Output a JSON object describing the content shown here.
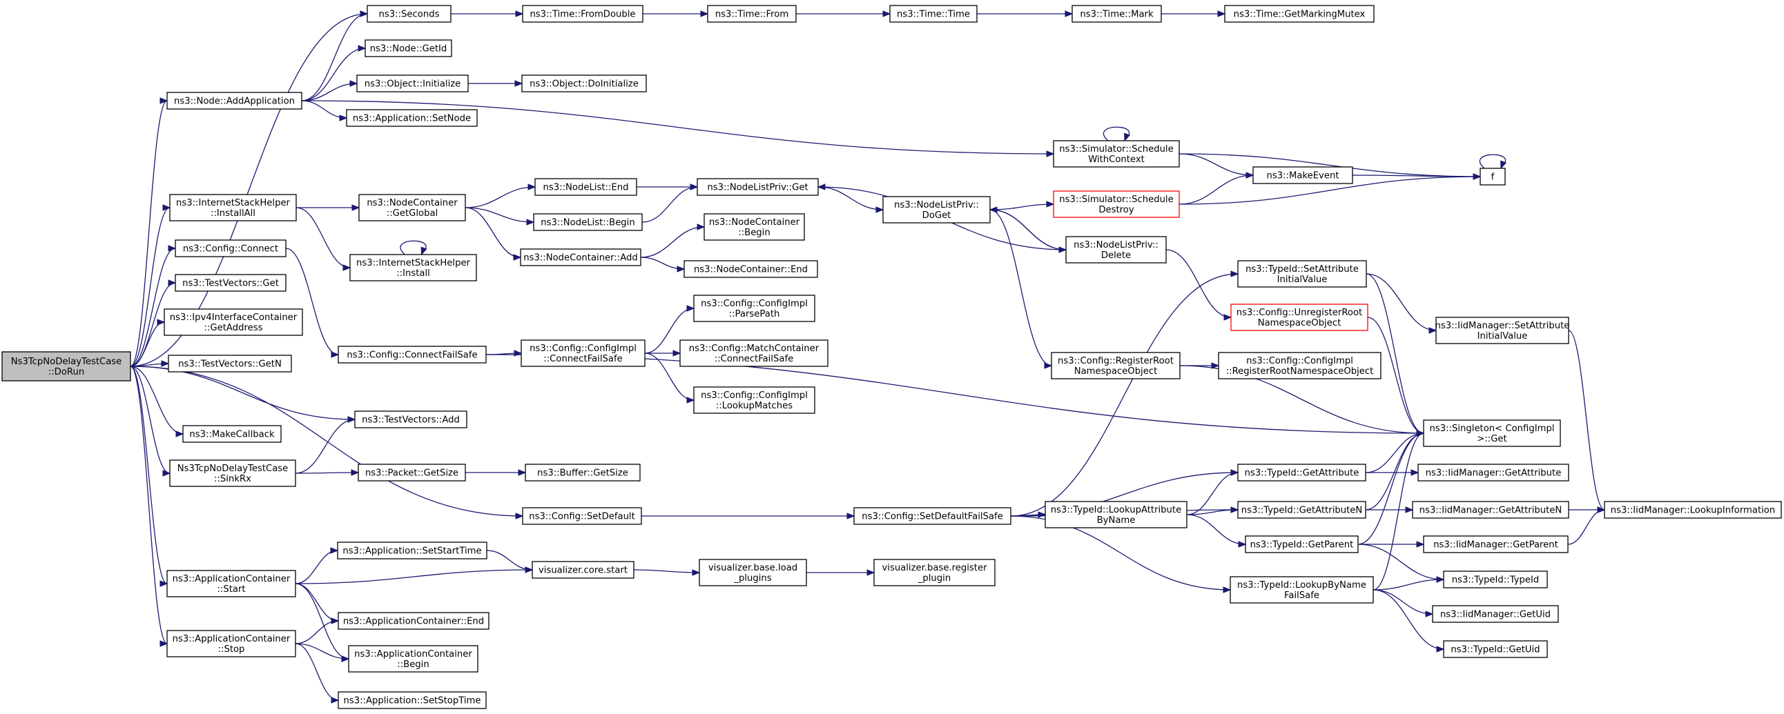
{
  "nodes": [
    {
      "id": "root",
      "lines": [
        "Ns3TcpNoDelayTestCase",
        "::DoRun"
      ],
      "style": "root"
    },
    {
      "id": "seconds",
      "lines": [
        "ns3::Seconds"
      ]
    },
    {
      "id": "fromdouble",
      "lines": [
        "ns3::Time::FromDouble"
      ]
    },
    {
      "id": "from",
      "lines": [
        "ns3::Time::From"
      ]
    },
    {
      "id": "time",
      "lines": [
        "ns3::Time::Time"
      ]
    },
    {
      "id": "mark",
      "lines": [
        "ns3::Time::Mark"
      ]
    },
    {
      "id": "getmarkingmutex",
      "lines": [
        "ns3::Time::GetMarkingMutex"
      ]
    },
    {
      "id": "nodegetid",
      "lines": [
        "ns3::Node::GetId"
      ]
    },
    {
      "id": "addapp",
      "lines": [
        "ns3::Node::AddApplication"
      ]
    },
    {
      "id": "objinit",
      "lines": [
        "ns3::Object::Initialize"
      ]
    },
    {
      "id": "objdoinit",
      "lines": [
        "ns3::Object::DoInitialize"
      ]
    },
    {
      "id": "appsetnode",
      "lines": [
        "ns3::Application::SetNode"
      ]
    },
    {
      "id": "schedctx",
      "lines": [
        "ns3::Simulator::Schedule",
        "WithContext"
      ]
    },
    {
      "id": "makeevent",
      "lines": [
        "ns3::MakeEvent"
      ]
    },
    {
      "id": "f",
      "lines": [
        "f"
      ]
    },
    {
      "id": "ishinstallall",
      "lines": [
        "ns3::InternetStackHelper",
        "::InstallAll"
      ]
    },
    {
      "id": "ncgetglobal",
      "lines": [
        "ns3::NodeContainer",
        "::GetGlobal"
      ]
    },
    {
      "id": "nlend",
      "lines": [
        "ns3::NodeList::End"
      ]
    },
    {
      "id": "nlbegin",
      "lines": [
        "ns3::NodeList::Begin"
      ]
    },
    {
      "id": "nlpget",
      "lines": [
        "ns3::NodeListPriv::Get"
      ]
    },
    {
      "id": "nlpdoget",
      "lines": [
        "ns3::NodeListPriv::",
        "DoGet"
      ]
    },
    {
      "id": "scheddestroy",
      "lines": [
        "ns3::Simulator::Schedule",
        "Destroy"
      ],
      "style": "trunc"
    },
    {
      "id": "nlpdelete",
      "lines": [
        "ns3::NodeListPriv::",
        "Delete"
      ]
    },
    {
      "id": "configconnect",
      "lines": [
        "ns3::Config::Connect"
      ]
    },
    {
      "id": "ishinstall",
      "lines": [
        "ns3::InternetStackHelper",
        "::Install"
      ]
    },
    {
      "id": "ncadd",
      "lines": [
        "ns3::NodeContainer::Add"
      ]
    },
    {
      "id": "ncbegin",
      "lines": [
        "ns3::NodeContainer",
        "::Begin"
      ]
    },
    {
      "id": "ncend",
      "lines": [
        "ns3::NodeContainer::End"
      ]
    },
    {
      "id": "tvget",
      "lines": [
        "ns3::TestVectors::Get"
      ]
    },
    {
      "id": "ipv4getaddr",
      "lines": [
        "ns3::Ipv4InterfaceContainer",
        "::GetAddress"
      ]
    },
    {
      "id": "tvgetn",
      "lines": [
        "ns3::TestVectors::GetN"
      ]
    },
    {
      "id": "connectfailsafe",
      "lines": [
        "ns3::Config::ConnectFailSafe"
      ]
    },
    {
      "id": "ciconnectfs",
      "lines": [
        "ns3::Config::ConfigImpl",
        "::ConnectFailSafe"
      ]
    },
    {
      "id": "ciparsepath",
      "lines": [
        "ns3::Config::ConfigImpl",
        "::ParsePath"
      ]
    },
    {
      "id": "mcconnectfs",
      "lines": [
        "ns3::Config::MatchContainer",
        "::ConnectFailSafe"
      ]
    },
    {
      "id": "cilookup",
      "lines": [
        "ns3::Config::ConfigImpl",
        "::LookupMatches"
      ]
    },
    {
      "id": "tvadd",
      "lines": [
        "ns3::TestVectors::Add"
      ]
    },
    {
      "id": "makecallback",
      "lines": [
        "ns3::MakeCallback"
      ]
    },
    {
      "id": "sinkrx",
      "lines": [
        "Ns3TcpNoDelayTestCase",
        "::SinkRx"
      ]
    },
    {
      "id": "pktgetsize",
      "lines": [
        "ns3::Packet::GetSize"
      ]
    },
    {
      "id": "bufgetsize",
      "lines": [
        "ns3::Buffer::GetSize"
      ]
    },
    {
      "id": "setdefault",
      "lines": [
        "ns3::Config::SetDefault"
      ]
    },
    {
      "id": "setdefaultfs",
      "lines": [
        "ns3::Config::SetDefaultFailSafe"
      ]
    },
    {
      "id": "regroot",
      "lines": [
        "ns3::Config::RegisterRoot",
        "NamespaceObject"
      ]
    },
    {
      "id": "ciregroot",
      "lines": [
        "ns3::Config::ConfigImpl",
        "::RegisterRootNamespaceObject"
      ]
    },
    {
      "id": "unregroot",
      "lines": [
        "ns3::Config::UnregisterRoot",
        "NamespaceObject"
      ],
      "style": "trunc"
    },
    {
      "id": "tidsetattrinit",
      "lines": [
        "ns3::TypeId::SetAttribute",
        "InitialValue"
      ]
    },
    {
      "id": "iidsetattrinit",
      "lines": [
        "ns3::IidManager::SetAttribute",
        "InitialValue"
      ]
    },
    {
      "id": "singletonget",
      "lines": [
        "ns3::Singleton< ConfigImpl",
        ">::Get"
      ]
    },
    {
      "id": "tidgetattr",
      "lines": [
        "ns3::TypeId::GetAttribute"
      ]
    },
    {
      "id": "iidgetattr",
      "lines": [
        "ns3::IidManager::GetAttribute"
      ]
    },
    {
      "id": "tidlookupattr",
      "lines": [
        "ns3::TypeId::LookupAttribute",
        "ByName"
      ]
    },
    {
      "id": "tidgetattrn",
      "lines": [
        "ns3::TypeId::GetAttributeN"
      ]
    },
    {
      "id": "iidgetattrn",
      "lines": [
        "ns3::IidManager::GetAttributeN"
      ]
    },
    {
      "id": "iidlookupinfo",
      "lines": [
        "ns3::IidManager::LookupInformation"
      ]
    },
    {
      "id": "tidgetparent",
      "lines": [
        "ns3::TypeId::GetParent"
      ]
    },
    {
      "id": "iidgetparent",
      "lines": [
        "ns3::IidManager::GetParent"
      ]
    },
    {
      "id": "tidtypeid",
      "lines": [
        "ns3::TypeId::TypeId"
      ]
    },
    {
      "id": "tidlookupbyname",
      "lines": [
        "ns3::TypeId::LookupByName",
        "FailSafe"
      ]
    },
    {
      "id": "iidgetuid",
      "lines": [
        "ns3::IidManager::GetUid"
      ]
    },
    {
      "id": "tidgetuid",
      "lines": [
        "ns3::TypeId::GetUid"
      ]
    },
    {
      "id": "acstart",
      "lines": [
        "ns3::ApplicationContainer",
        "::Start"
      ]
    },
    {
      "id": "appsetstart",
      "lines": [
        "ns3::Application::SetStartTime"
      ]
    },
    {
      "id": "viscorestart",
      "lines": [
        "visualizer.core.start"
      ]
    },
    {
      "id": "visbaseload",
      "lines": [
        "visualizer.base.load",
        "_plugins"
      ]
    },
    {
      "id": "visbasereg",
      "lines": [
        "visualizer.base.register",
        "_plugin"
      ]
    },
    {
      "id": "acend",
      "lines": [
        "ns3::ApplicationContainer::End"
      ]
    },
    {
      "id": "acstop",
      "lines": [
        "ns3::ApplicationContainer",
        "::Stop"
      ]
    },
    {
      "id": "acbegin",
      "lines": [
        "ns3::ApplicationContainer",
        "::Begin"
      ]
    },
    {
      "id": "appsetstop",
      "lines": [
        "ns3::Application::SetStopTime"
      ]
    }
  ],
  "edges": [
    [
      "root",
      "seconds"
    ],
    [
      "root",
      "addapp"
    ],
    [
      "root",
      "ishinstallall"
    ],
    [
      "root",
      "configconnect"
    ],
    [
      "root",
      "tvget"
    ],
    [
      "root",
      "ipv4getaddr"
    ],
    [
      "root",
      "tvgetn"
    ],
    [
      "root",
      "tvadd"
    ],
    [
      "root",
      "makecallback"
    ],
    [
      "root",
      "sinkrx"
    ],
    [
      "root",
      "setdefault"
    ],
    [
      "root",
      "acstart"
    ],
    [
      "root",
      "acstop"
    ],
    [
      "seconds",
      "fromdouble"
    ],
    [
      "fromdouble",
      "from"
    ],
    [
      "from",
      "time"
    ],
    [
      "time",
      "mark"
    ],
    [
      "mark",
      "getmarkingmutex"
    ],
    [
      "addapp",
      "seconds"
    ],
    [
      "addapp",
      "nodegetid"
    ],
    [
      "addapp",
      "objinit"
    ],
    [
      "addapp",
      "appsetnode"
    ],
    [
      "addapp",
      "schedctx"
    ],
    [
      "objinit",
      "objdoinit"
    ],
    [
      "schedctx",
      "schedctx"
    ],
    [
      "schedctx",
      "makeevent"
    ],
    [
      "schedctx",
      "f"
    ],
    [
      "makeevent",
      "f"
    ],
    [
      "f",
      "f"
    ],
    [
      "ishinstallall",
      "ncgetglobal"
    ],
    [
      "ishinstallall",
      "ishinstall"
    ],
    [
      "ishinstall",
      "ishinstall"
    ],
    [
      "ncgetglobal",
      "nlend"
    ],
    [
      "ncgetglobal",
      "nlbegin"
    ],
    [
      "ncgetglobal",
      "ncadd"
    ],
    [
      "nlend",
      "nlpget"
    ],
    [
      "nlbegin",
      "nlpget"
    ],
    [
      "nlpget",
      "nlpdoget"
    ],
    [
      "nlpdoget",
      "scheddestroy"
    ],
    [
      "nlpdoget",
      "nlpdelete"
    ],
    [
      "nlpdoget",
      "regroot"
    ],
    [
      "scheddestroy",
      "makeevent"
    ],
    [
      "scheddestroy",
      "f"
    ],
    [
      "nlpdelete",
      "nlpdoget"
    ],
    [
      "nlpdelete",
      "nlpget"
    ],
    [
      "nlpdelete",
      "unregroot"
    ],
    [
      "ncadd",
      "ncbegin"
    ],
    [
      "ncadd",
      "ncend"
    ],
    [
      "configconnect",
      "connectfailsafe"
    ],
    [
      "connectfailsafe",
      "ciconnectfs"
    ],
    [
      "connectfailsafe",
      "singletonget"
    ],
    [
      "ciconnectfs",
      "ciparsepath"
    ],
    [
      "ciconnectfs",
      "mcconnectfs"
    ],
    [
      "ciconnectfs",
      "cilookup"
    ],
    [
      "sinkrx",
      "tvadd"
    ],
    [
      "sinkrx",
      "pktgetsize"
    ],
    [
      "pktgetsize",
      "bufgetsize"
    ],
    [
      "setdefault",
      "setdefaultfs"
    ],
    [
      "setdefaultfs",
      "tidsetattrinit"
    ],
    [
      "setdefaultfs",
      "tidgetattr"
    ],
    [
      "setdefaultfs",
      "tidlookupattr"
    ],
    [
      "setdefaultfs",
      "tidgetattrn"
    ],
    [
      "setdefaultfs",
      "tidlookupbyname"
    ],
    [
      "regroot",
      "ciregroot"
    ],
    [
      "regroot",
      "singletonget"
    ],
    [
      "unregroot",
      "singletonget"
    ],
    [
      "tidsetattrinit",
      "iidsetattrinit"
    ],
    [
      "tidsetattrinit",
      "singletonget"
    ],
    [
      "iidsetattrinit",
      "iidlookupinfo"
    ],
    [
      "tidgetattr",
      "singletonget"
    ],
    [
      "tidgetattr",
      "iidgetattr"
    ],
    [
      "tidlookupattr",
      "tidgetattr"
    ],
    [
      "tidlookupattr",
      "tidgetattrn"
    ],
    [
      "tidlookupattr",
      "tidgetparent"
    ],
    [
      "tidgetattrn",
      "singletonget"
    ],
    [
      "tidgetattrn",
      "iidgetattrn"
    ],
    [
      "iidgetattrn",
      "iidlookupinfo"
    ],
    [
      "tidgetparent",
      "singletonget"
    ],
    [
      "tidgetparent",
      "iidgetparent"
    ],
    [
      "tidgetparent",
      "tidtypeid"
    ],
    [
      "iidgetparent",
      "iidlookupinfo"
    ],
    [
      "tidlookupbyname",
      "singletonget"
    ],
    [
      "tidlookupbyname",
      "tidtypeid"
    ],
    [
      "tidlookupbyname",
      "iidgetuid"
    ],
    [
      "tidlookupbyname",
      "tidgetuid"
    ],
    [
      "acstart",
      "appsetstart"
    ],
    [
      "acstart",
      "viscorestart"
    ],
    [
      "acstart",
      "acend"
    ],
    [
      "acstart",
      "acbegin"
    ],
    [
      "appsetstart",
      "viscorestart"
    ],
    [
      "viscorestart",
      "visbaseload"
    ],
    [
      "visbaseload",
      "visbasereg"
    ],
    [
      "acstop",
      "acend"
    ],
    [
      "acstop",
      "acbegin"
    ],
    [
      "acstop",
      "appsetstop"
    ]
  ]
}
